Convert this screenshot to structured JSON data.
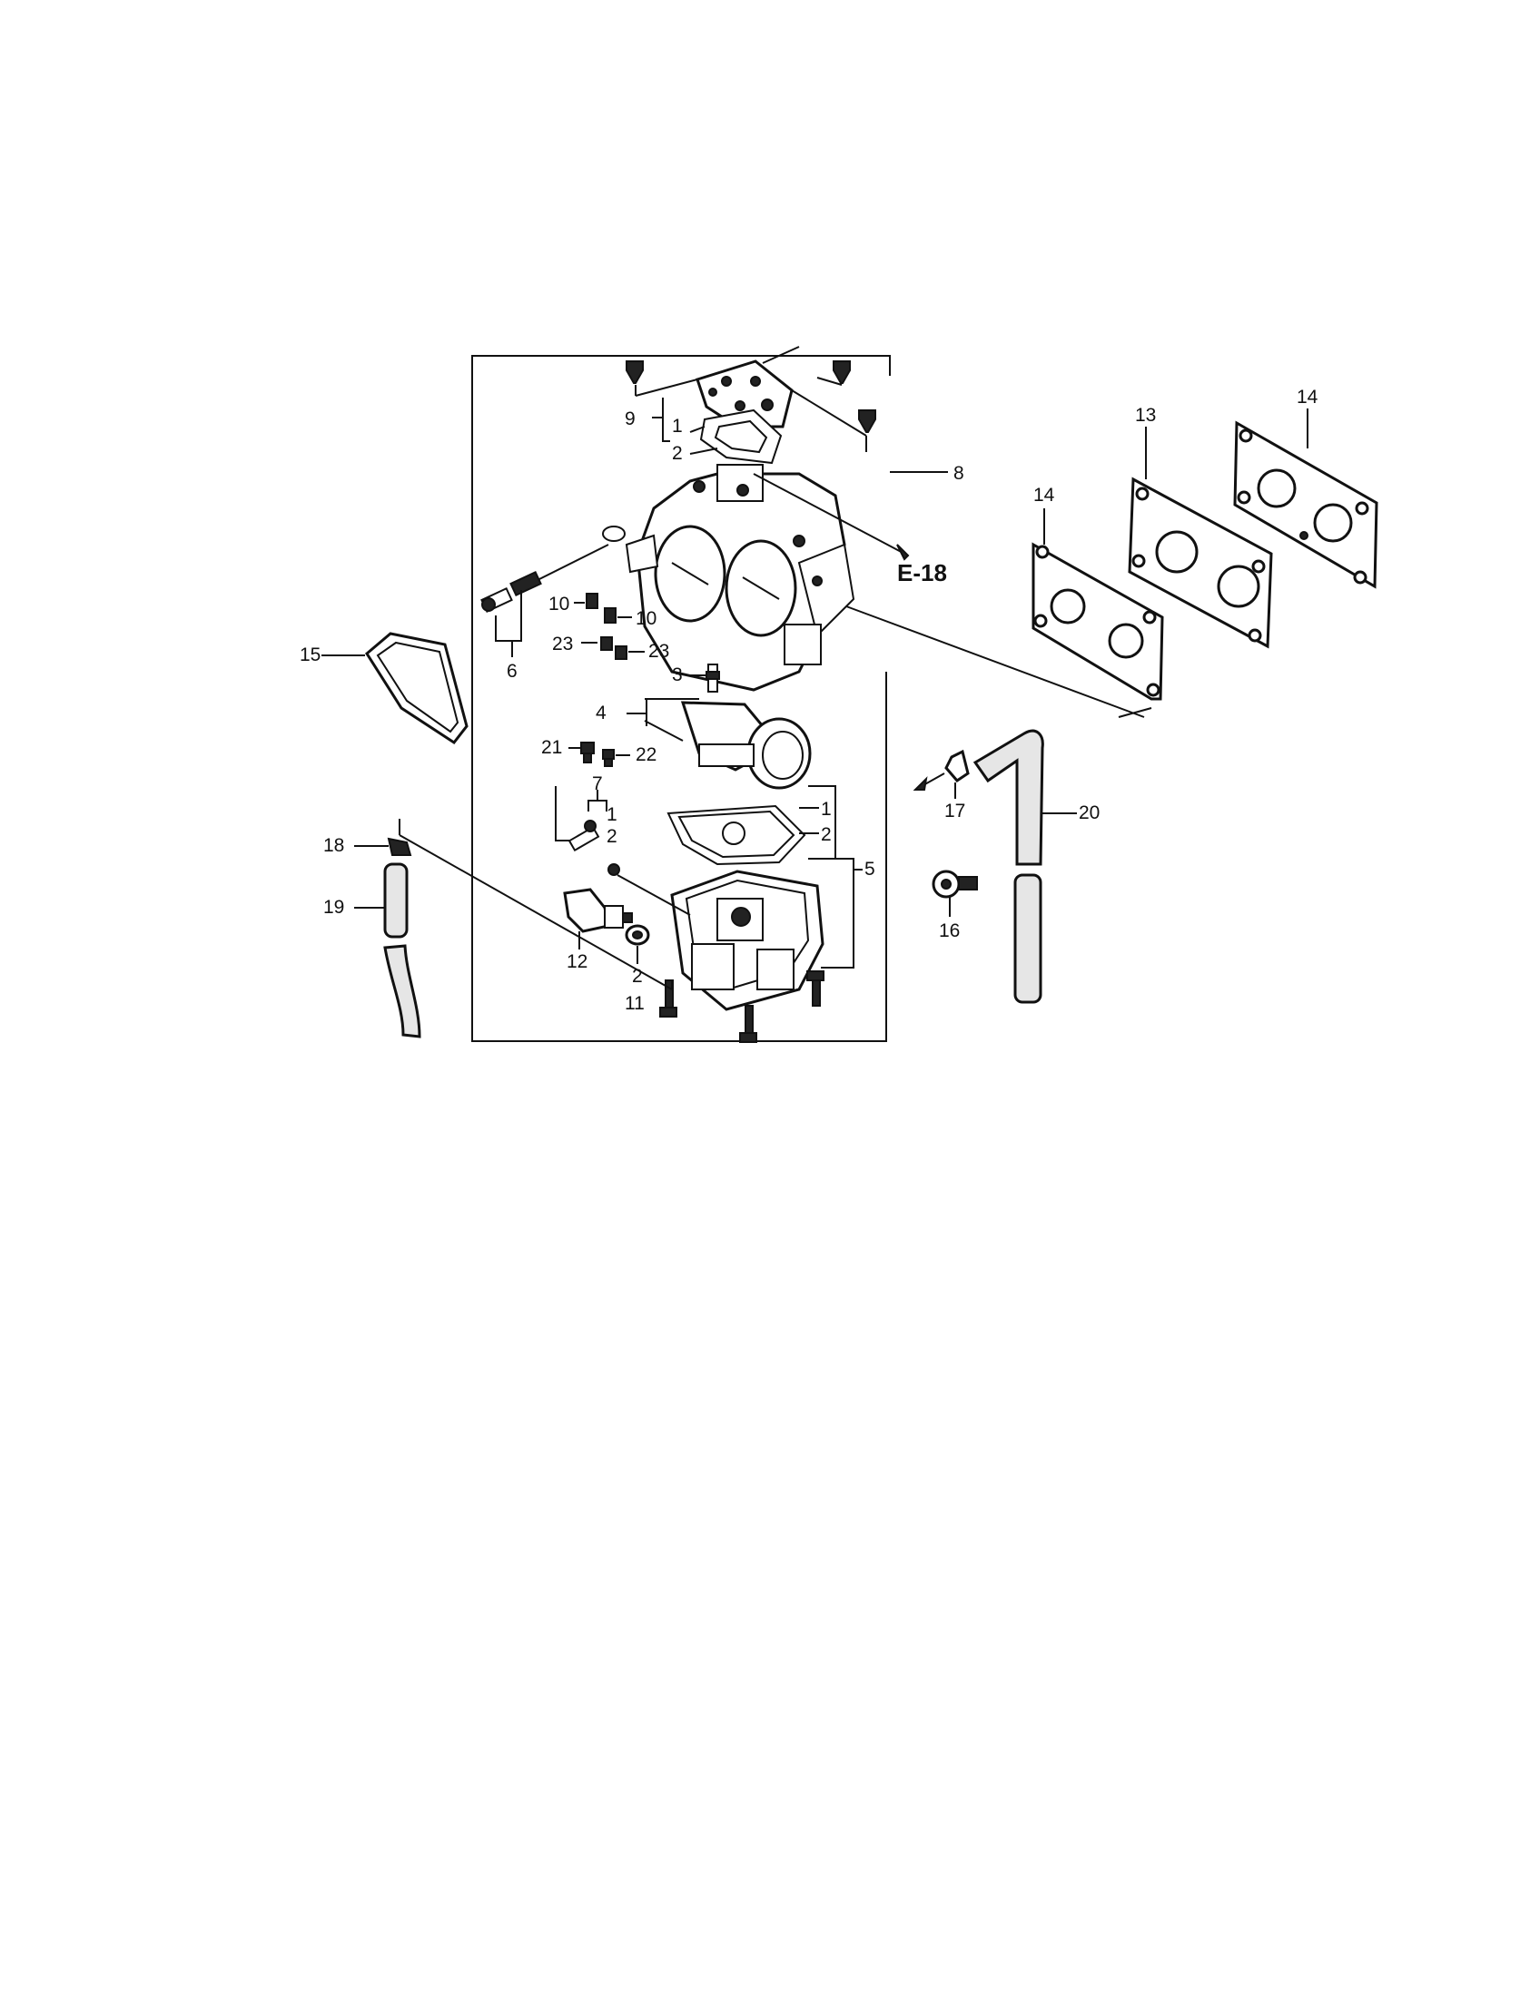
{
  "diagram": {
    "reference": "E-18",
    "callouts": {
      "c1_top": "1",
      "c2_top": "2",
      "c8": "8",
      "c9": "9",
      "c13": "13",
      "c14_left": "14",
      "c14_right": "14",
      "c10_a": "10",
      "c10_b": "10",
      "c6": "6",
      "c23_a": "23",
      "c23_b": "23",
      "c15": "15",
      "c3": "3",
      "c4": "4",
      "c21": "21",
      "c22": "22",
      "c7": "7",
      "c1_mid": "1",
      "c2_mid": "2",
      "c1_right": "1",
      "c2_right": "2",
      "c5": "5",
      "c18": "18",
      "c19": "19",
      "c12": "12",
      "c2_low": "2",
      "c11": "11",
      "c17": "17",
      "c20": "20",
      "c16": "16"
    }
  }
}
